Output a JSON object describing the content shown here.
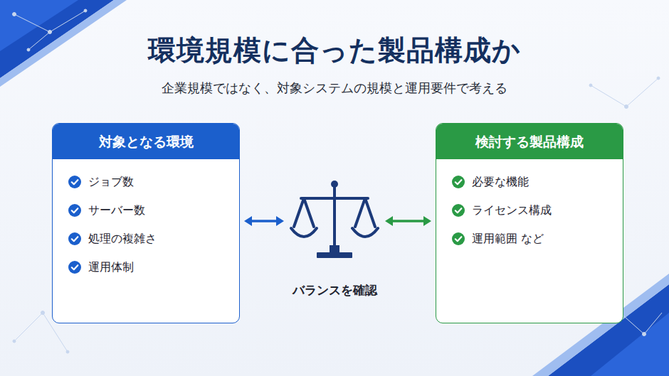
{
  "diagram": {
    "title": "環境規模に合った製品構成か",
    "nodes": [
      {
        "text": [
          "対象となる環境",
          "ジョブ数",
          "サーバー数",
          "処理の複雑さ",
          "運用体制"
        ]
      },
      {
        "text": [
          "バランスを確認"
        ]
      },
      {
        "text": [
          "検討する製品構成",
          "必要な機能",
          "ライセンス構成",
          "運用範囲 など"
        ]
      }
    ],
    "edges": [
      {
        "from": 0,
        "to": 1,
        "arrow": "both"
      },
      {
        "from": 1,
        "to": 2,
        "arrow": "both"
      }
    ],
    "labels": [
      "企業規模ではなく、対象システムの規模と運用要件で考える"
    ]
  }
}
